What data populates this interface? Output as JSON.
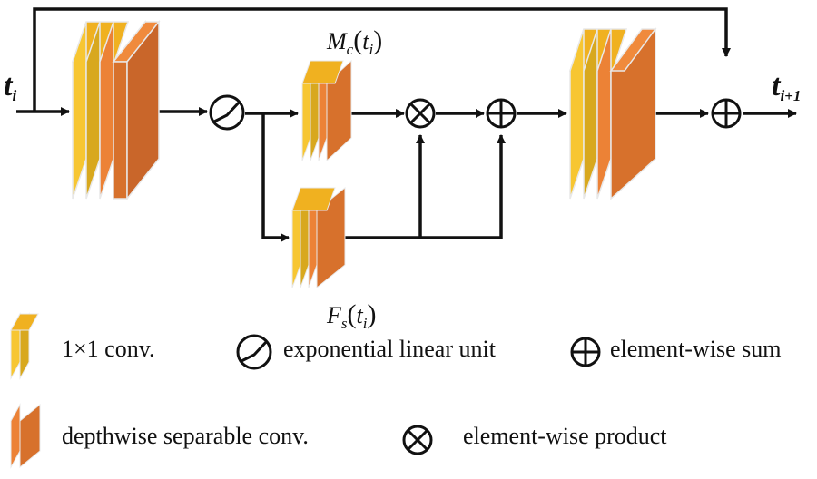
{
  "labels": {
    "input": "t",
    "input_sub": "i",
    "output": "t",
    "output_sub": "i+1",
    "mc_main": "M",
    "mc_sub": "c",
    "mc_arg": "t",
    "mc_arg_sub": "i",
    "fs_main": "F",
    "fs_sub": "s",
    "fs_arg": "t",
    "fs_arg_sub": "i",
    "lparen": "(",
    "rparen": ")"
  },
  "legend": {
    "conv1x1": "1×1   conv.",
    "elu": "exponential linear unit",
    "sum": "element-wise sum",
    "depthwise": "depthwise separable conv.",
    "product": "element-wise product"
  },
  "colors": {
    "conv1x1_front": "#f5c518",
    "conv1x1_side": "#d9a21a",
    "depthwise_front": "#d6702c",
    "depthwise_side": "#f28a3c",
    "line": "#111111"
  }
}
